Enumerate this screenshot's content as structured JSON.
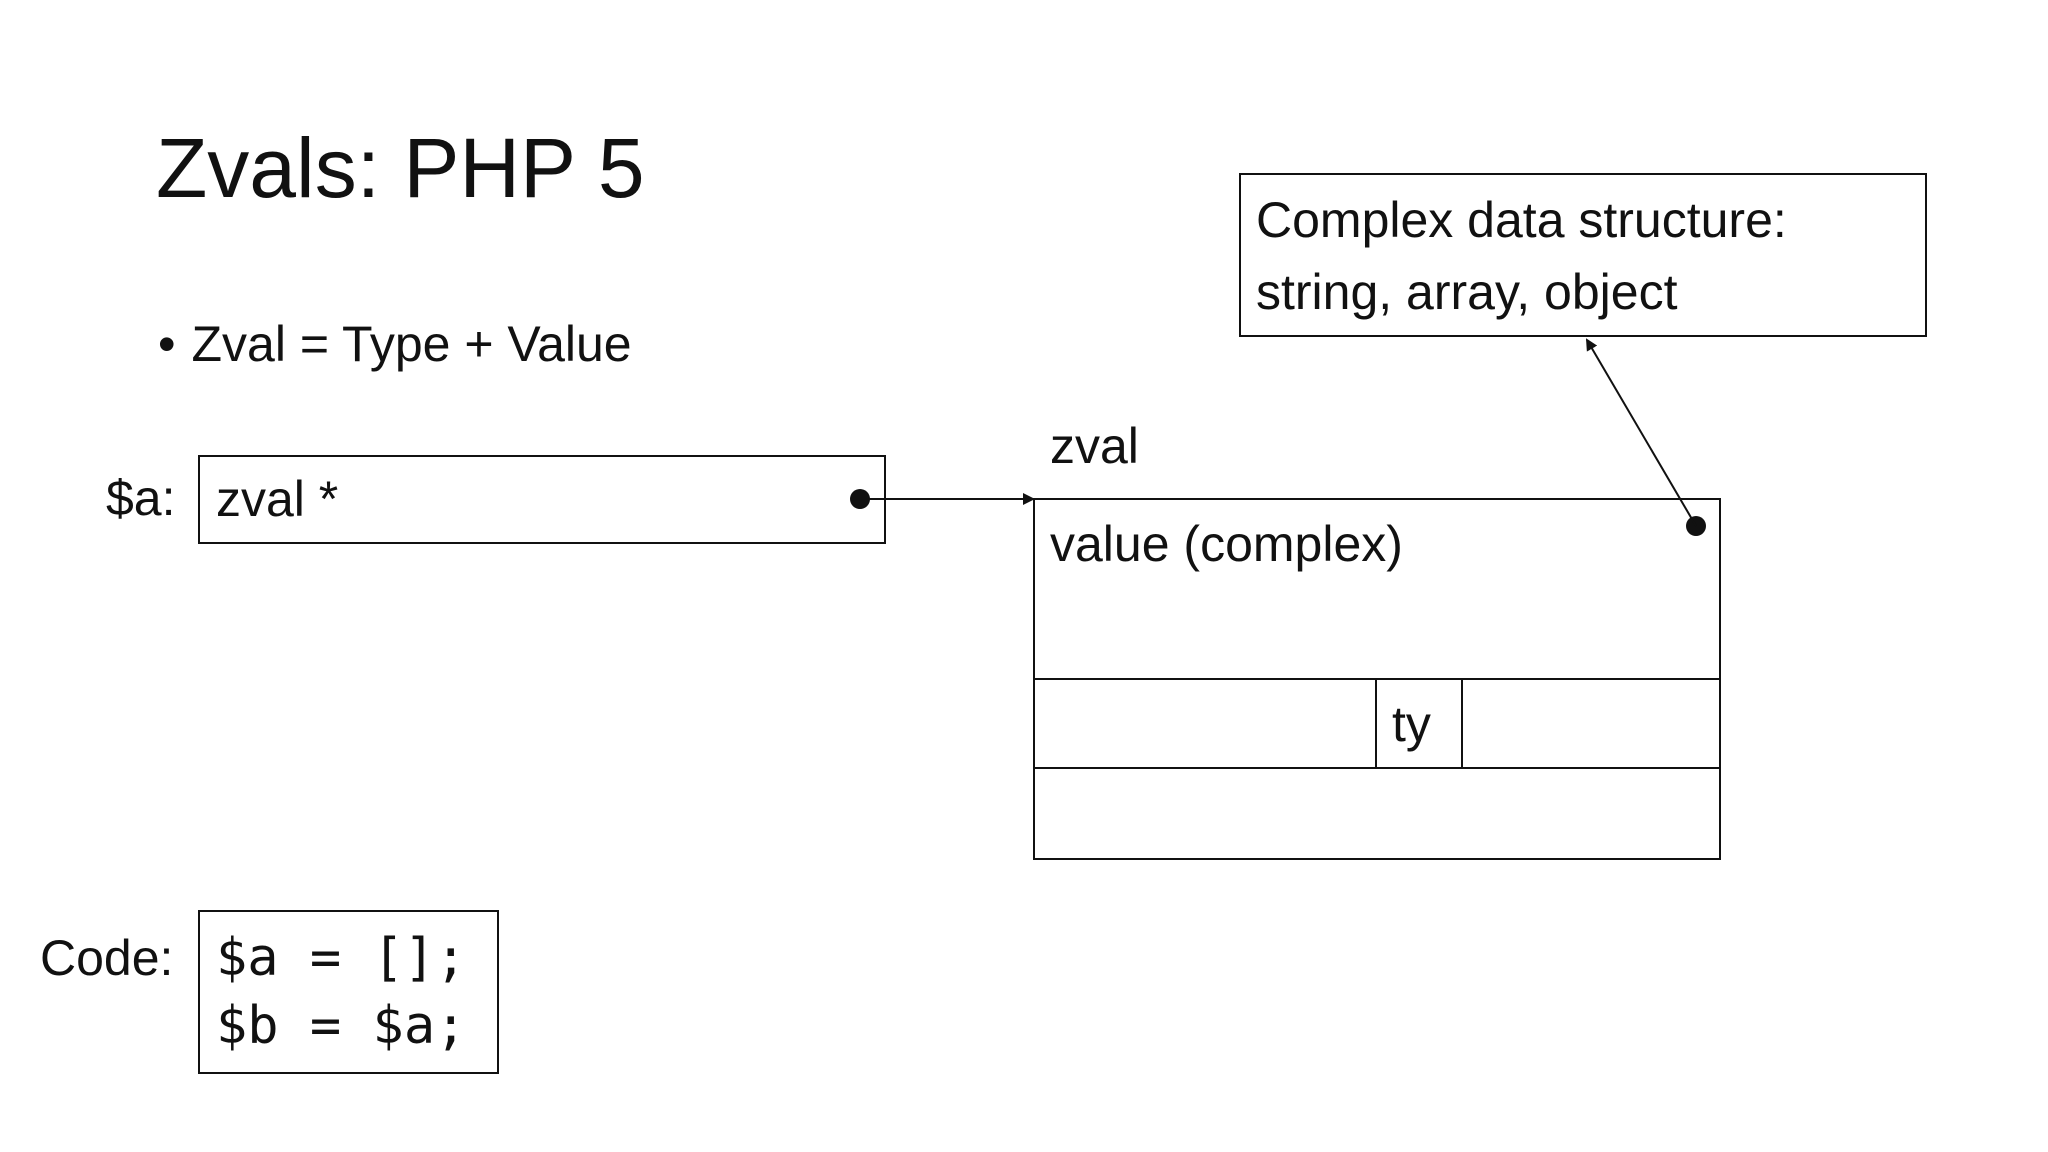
{
  "slide": {
    "title": "Zvals: PHP 5",
    "bullet_symbol": "•",
    "bullet": "Zval = Type + Value"
  },
  "pointer": {
    "var_label": "$a:",
    "box_text": "zval *"
  },
  "zval": {
    "label": "zval",
    "value_row": "value (complex)",
    "type_cell": "ty"
  },
  "complex": {
    "line1": "Complex data structure:",
    "line2": "string, array, object"
  },
  "code": {
    "label": "Code:",
    "lines": [
      "$a = [];",
      "$b = $a;"
    ]
  },
  "colors": {
    "ink": "#111111",
    "background": "#ffffff"
  }
}
